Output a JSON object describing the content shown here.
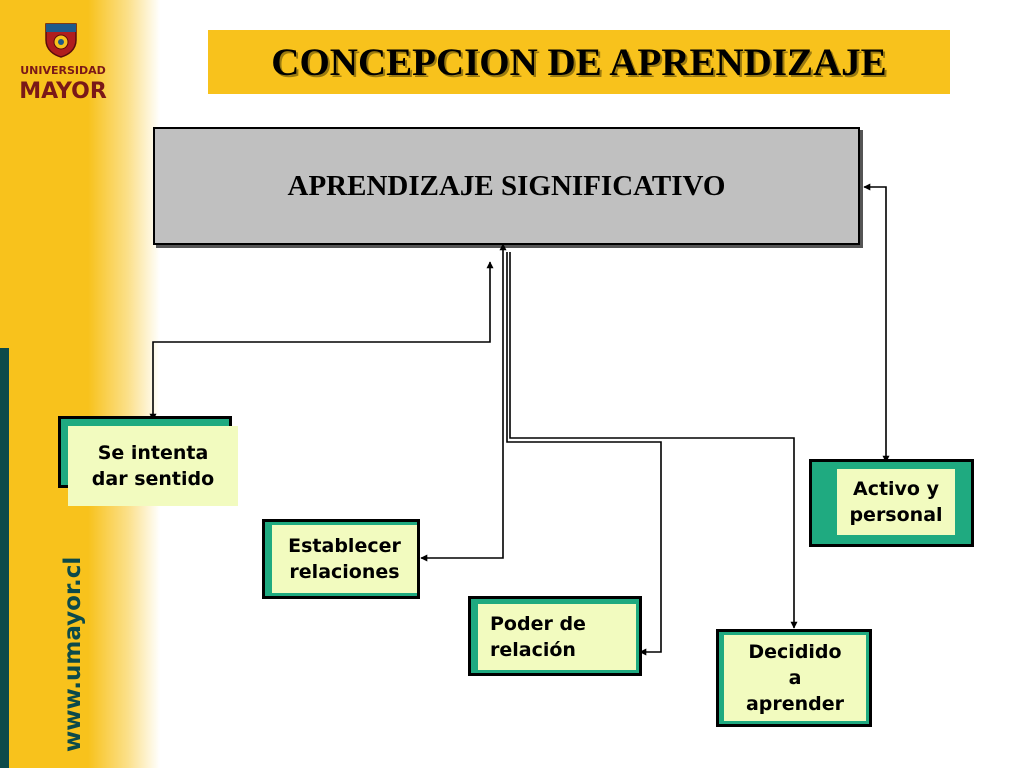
{
  "branding": {
    "logo_line1": "UNIVERSIDAD",
    "logo_line2": "MAYOR",
    "site_url": "www.umayor.cl"
  },
  "title": "CONCEPCION DE APRENDIZAJE",
  "central_node": "APRENDIZAJE SIGNIFICATIVO",
  "nodes": [
    {
      "id": "sentido",
      "lines": [
        "Se intenta",
        "dar sentido"
      ]
    },
    {
      "id": "relaciones",
      "lines": [
        "Establecer",
        "relaciones"
      ]
    },
    {
      "id": "poder",
      "lines": [
        "Poder de",
        "relación"
      ]
    },
    {
      "id": "decidido",
      "lines": [
        "Decidido",
        "a",
        "aprender"
      ]
    },
    {
      "id": "activo",
      "lines": [
        "Activo y",
        "personal"
      ]
    }
  ],
  "colors": {
    "yellow": "#f8c21c",
    "teal_dark": "#0c4a4a",
    "node_green": "#1faa80",
    "node_fill": "#f2fbbf",
    "main_gray": "#c0c0c0",
    "logo_maroon": "#7a1818"
  }
}
